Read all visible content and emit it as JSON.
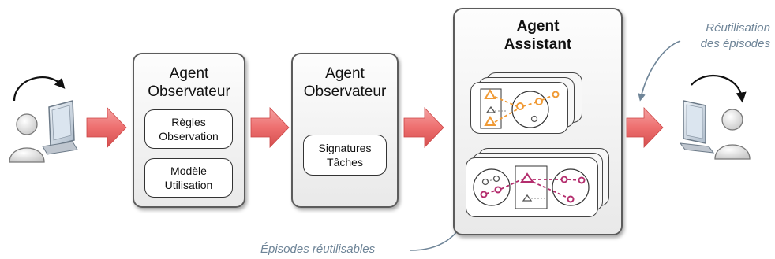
{
  "observer_agent_1": {
    "title_line1": "Agent",
    "title_line2": "Observateur",
    "rules_box": {
      "line1": "Règles",
      "line2": "Observation"
    },
    "model_box": {
      "line1": "Modèle",
      "line2": "Utilisation"
    }
  },
  "observer_agent_2": {
    "title_line1": "Agent",
    "title_line2": "Observateur",
    "signatures_box": {
      "line1": "Signatures",
      "line2": "Tâches"
    }
  },
  "assistant_agent": {
    "title_line1": "Agent",
    "title_line2": "Assistant"
  },
  "annotations": {
    "reuse_line1": "Réutilisation",
    "reuse_line2": "des épisodes",
    "reusable_episodes": "Épisodes réutilisables"
  },
  "colors": {
    "arrow_fill": "#ee6f6f",
    "episode_orange": "#f09a35",
    "episode_magenta": "#b42e6e",
    "annotation_blue": "#6f8598"
  },
  "icons": [
    "user-computer-icon",
    "cycle-arrow-icon",
    "flow-arrow-icon",
    "triangle-icon",
    "circle-node-icon"
  ]
}
